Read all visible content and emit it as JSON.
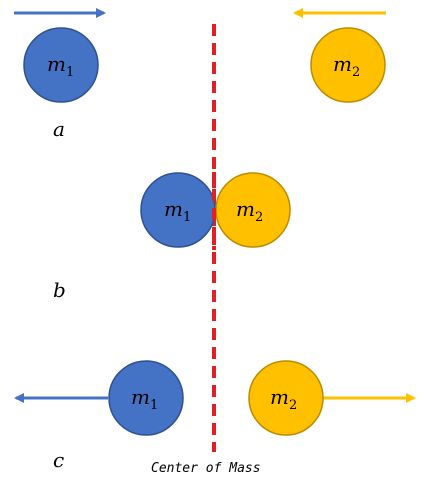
{
  "colors": {
    "m1": "#4472c4",
    "m1_stroke": "#2f528f",
    "m2": "#ffc000",
    "m2_stroke": "#bc8c00",
    "com_line": "#e31f26",
    "m1_arrow": "#4472c4",
    "m2_arrow": "#ffc000"
  },
  "masses": {
    "m1": {
      "symbol": "m",
      "subscript": "1"
    },
    "m2": {
      "symbol": "m",
      "subscript": "2"
    }
  },
  "panels": {
    "a": {
      "label": "a",
      "m1_arrow": "right",
      "m2_arrow": "left"
    },
    "b": {
      "label": "b",
      "m1_arrow": "none",
      "m2_arrow": "none"
    },
    "c": {
      "label": "c",
      "m1_arrow": "left",
      "m2_arrow": "right"
    }
  },
  "center_of_mass": {
    "label": "Center of Mass",
    "line_style": "dashed"
  }
}
